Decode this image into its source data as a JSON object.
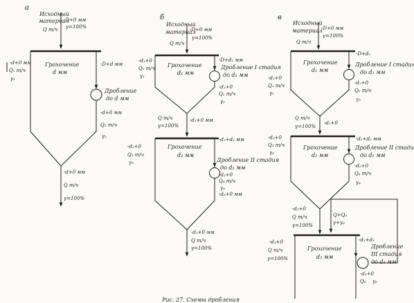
{
  "figure": {
    "caption": "Рис. 27. Схемы дробления",
    "panels": [
      {
        "letter": "а",
        "feed": {
          "label1": "Исходный",
          "label2": "материал",
          "flow": "Q т/ч",
          "size": "-D+0 мм",
          "yield": "γ=100%"
        },
        "screen": {
          "name": "Грохочение",
          "size": "d мм"
        },
        "oversize": "-D+d мм",
        "crusher": {
          "name": "Дробление",
          "size": "до d мм"
        },
        "crushed": {
          "size": "-d+0 мм",
          "flow": "Q₂ т/ч",
          "yield": "γ₂"
        },
        "undersize": {
          "size": "-d+0 мм",
          "flow": "Q₁ т/ч",
          "yield": "γ₁"
        },
        "product": {
          "size": "-d+0 мм",
          "flow": "Q т/ч",
          "yield": "γ=100%"
        }
      },
      {
        "letter": "б",
        "feed": {
          "label1": "Исходный",
          "label2": "материал",
          "flow": "Q т/ч",
          "size": "-D+0 мм",
          "yield": "γ=100%"
        },
        "screen1": {
          "name": "Грохочение",
          "size": "d₁ мм"
        },
        "oversize1": "-D+d₁ мм",
        "crusher1": {
          "name": "Дробление I стадия",
          "size": "до d₁ мм"
        },
        "crushed1": {
          "size": "-d₁+0",
          "flow": "Q₂ т/ч",
          "yield": "γ₂"
        },
        "undersize1": {
          "size": "-d₁+0",
          "flow": "Q₁ т/ч",
          "yield": "γ₁"
        },
        "mid": {
          "flow": "Q т/ч",
          "yield": "γ=100%",
          "size": "-d₁+0 мм"
        },
        "screen2": {
          "name": "Грохочение",
          "size": "d₂ мм"
        },
        "oversize2": "-d₁+d₂ мм",
        "crusher2": {
          "name": "Дробление II стадия",
          "size": "до d₂ мм"
        },
        "crushed2": {
          "size": "-d₂+0",
          "flow": "Q₄ т/ч",
          "yield": "γ₄",
          "size2": "-d₂+0 мм"
        },
        "undersize2": {
          "size": "-d₂+0",
          "flow": "Q₃ т/ч",
          "yield": "γ₃"
        },
        "product": {
          "size": "-d₂+0 мм",
          "flow": "Q т/ч",
          "yield": "γ=100%"
        }
      },
      {
        "letter": "в",
        "feed": {
          "label1": "Исходный",
          "label2": "материал",
          "flow": "Q т/ч",
          "size": "-D+0 мм",
          "yield": "γ=100%"
        },
        "screen1": {
          "name": "Грохочение",
          "size": "d₁ мм"
        },
        "oversize1": "-D+d₁",
        "crusher1": {
          "name": "Дробление I стадия",
          "size": "до d₁ мм"
        },
        "crushed1": {
          "size": "-d₁+0",
          "flow": "Q₂ т/ч",
          "yield": "γ₂"
        },
        "undersize1": {
          "size": "-d₁+0",
          "flow": "Q₁ т/ч",
          "yield": "γ₁"
        },
        "mid": {
          "flow": "Q т/ч",
          "yield": "γ=100%",
          "size": "-d₁+0"
        },
        "screen2": {
          "name": "Грохочение",
          "size": "d₂ мм"
        },
        "oversize2": "-d₁+d₂ мм",
        "crusher2": {
          "name": "Дробление II стадия",
          "size": "до d₂ мм"
        },
        "crushed2": {
          "size": "-d₂+0",
          "flow": "Q₄ т/ч",
          "yield": "γ₄"
        },
        "undersize2": {
          "size": "-d₂+0",
          "flow": "Q₃ т/ч",
          "yield": "γ₃"
        },
        "mid2": {
          "size": "-d₂+0",
          "flow": "Q т/ч",
          "yield": "γ=100%"
        },
        "recycle": {
          "flow": "Q+Q₆",
          "yield": "γ+γ₆"
        },
        "screen3": {
          "name": "Грохочение",
          "size": "d₃ мм"
        },
        "oversize3": "-d₂+d₃",
        "crusher3": {
          "name1": "Дробление",
          "name2": "III стадия",
          "size": "до d₃ мм"
        },
        "crushed3": {
          "size": "-d₃+0",
          "flow": "Q₆",
          "yield": "γ₆"
        },
        "product": {
          "size": "-d₃+0",
          "flow": "Q т/ч",
          "yield": "γ=100%"
        }
      }
    ]
  }
}
